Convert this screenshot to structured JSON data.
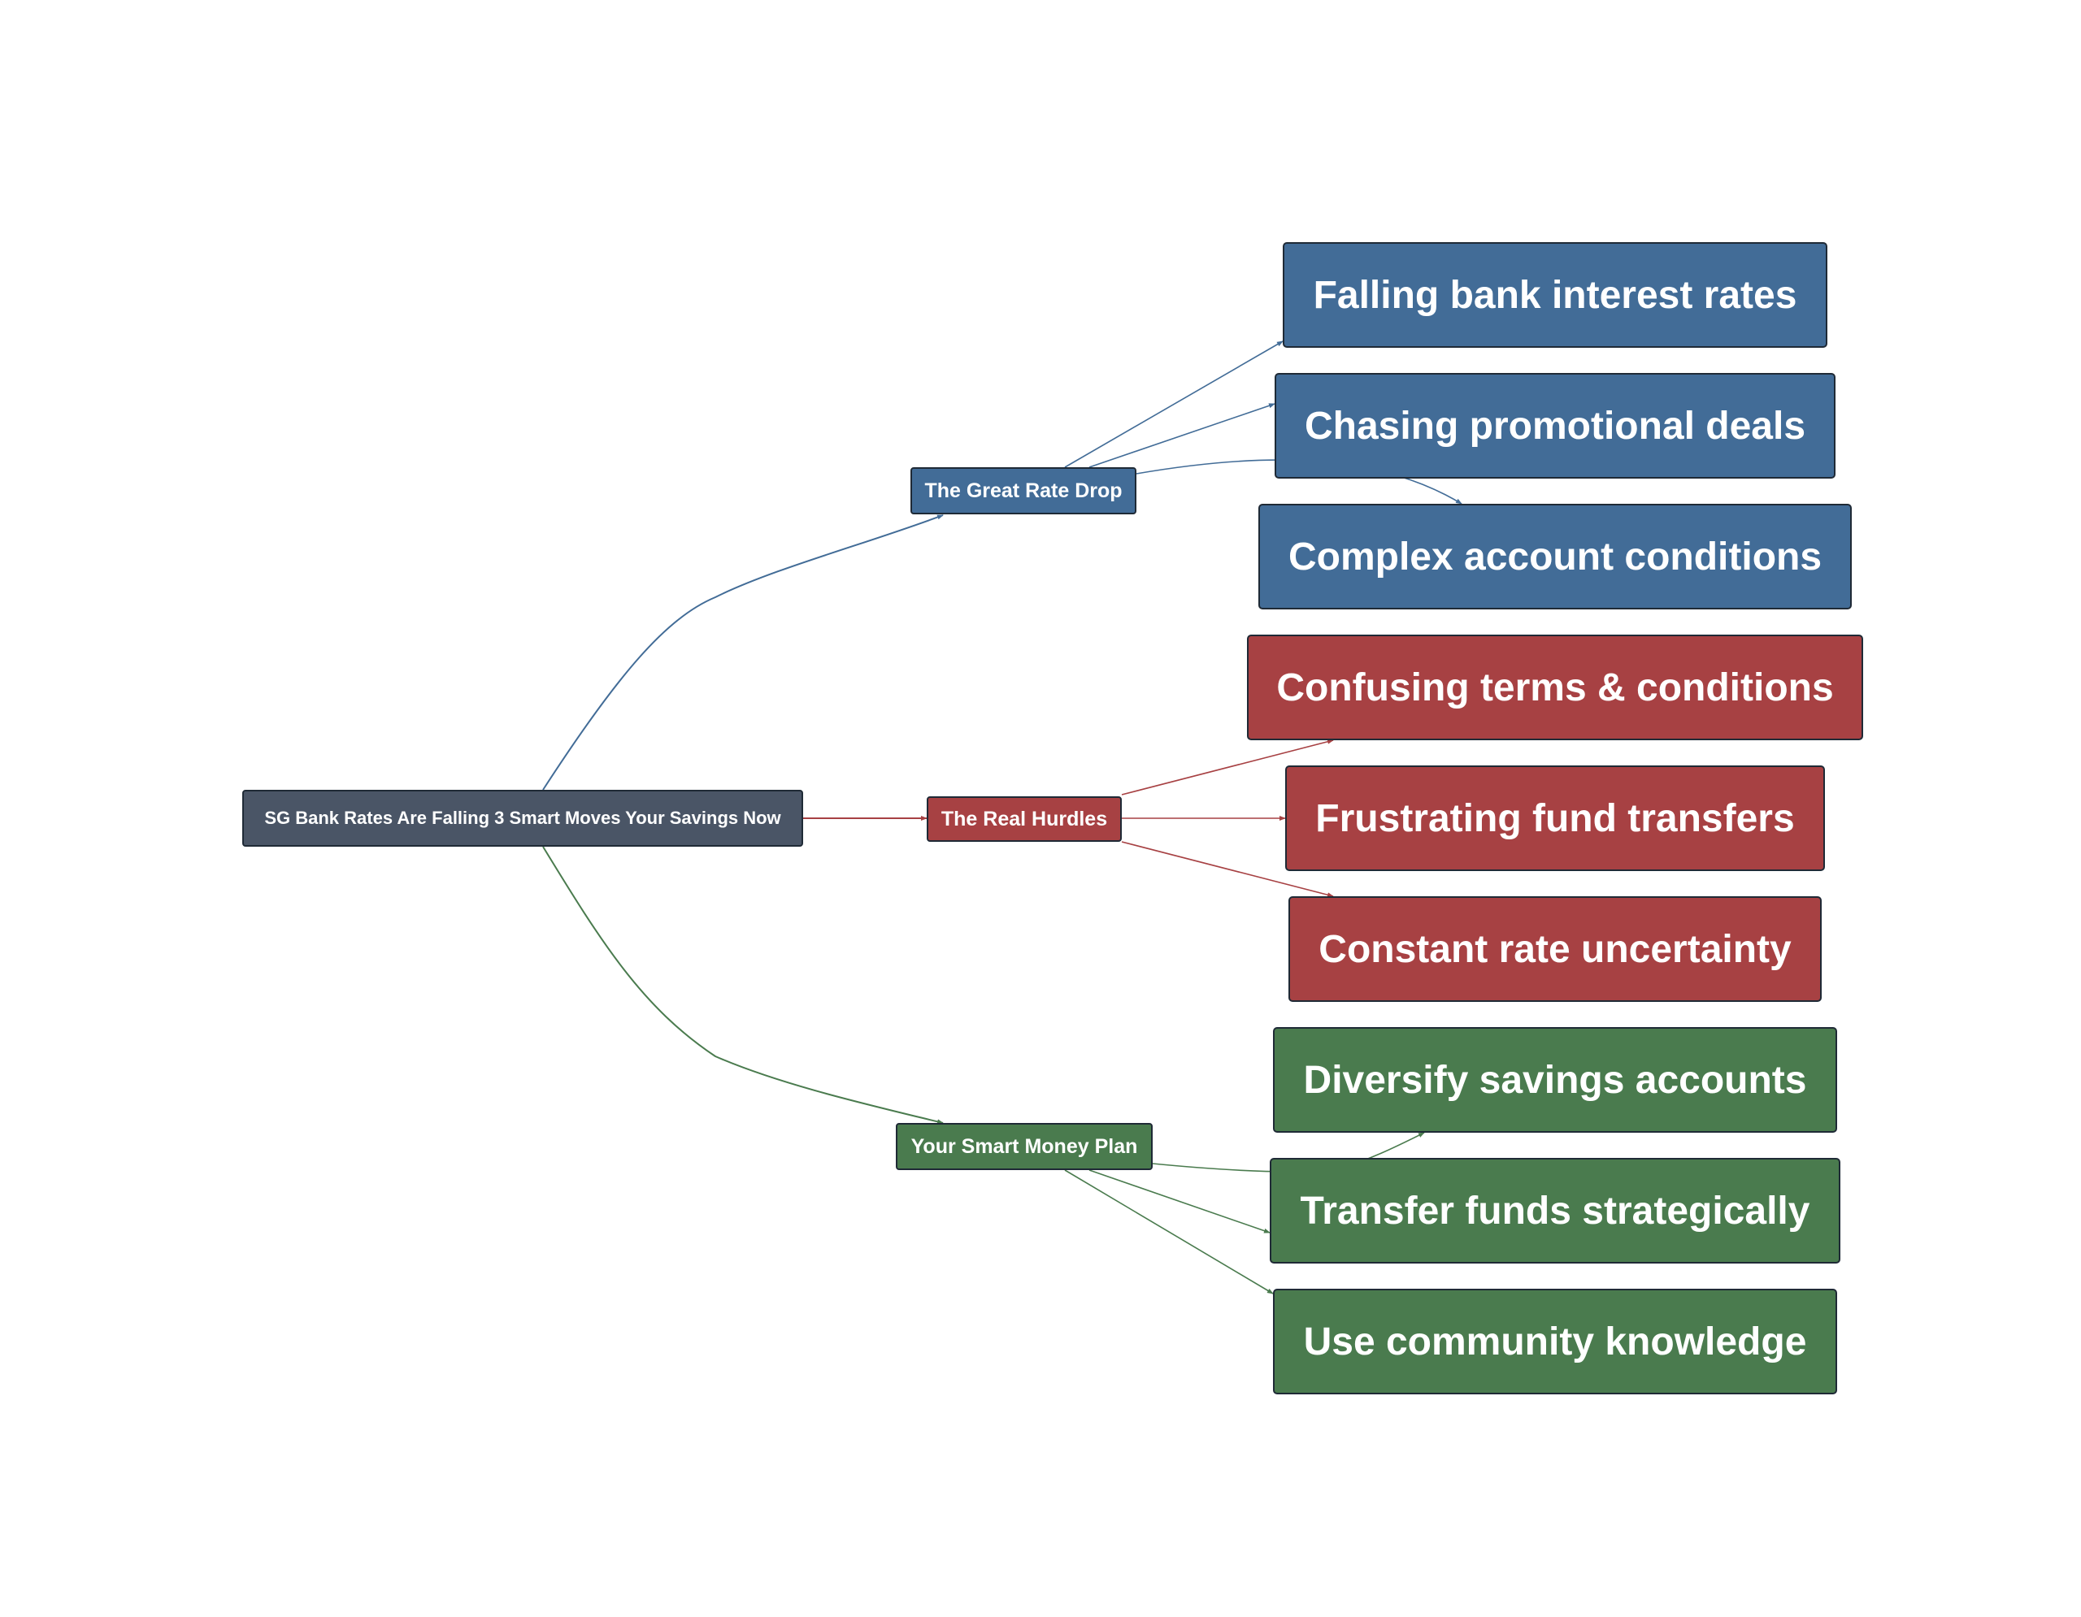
{
  "colors": {
    "root": "#4a5566",
    "blue": "#426c97",
    "red": "#a74143",
    "green": "#4a7b4e"
  },
  "root": {
    "label": "SG Bank Rates Are Falling 3 Smart Moves Your Savings Now"
  },
  "branches": [
    {
      "label": "The Great Rate Drop",
      "color": "blue",
      "children": [
        "Falling bank interest rates",
        "Chasing promotional deals",
        "Complex account conditions"
      ]
    },
    {
      "label": "The Real Hurdles",
      "color": "red",
      "children": [
        "Confusing terms & conditions",
        "Frustrating fund transfers",
        "Constant rate uncertainty"
      ]
    },
    {
      "label": "Your Smart Money Plan",
      "color": "green",
      "children": [
        "Diversify savings accounts",
        "Transfer funds strategically",
        "Use community knowledge"
      ]
    }
  ]
}
